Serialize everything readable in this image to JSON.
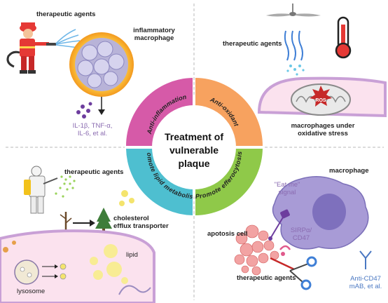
{
  "center": {
    "title_line1": "Treatment of",
    "title_line2": "vulnerable",
    "title_line3": "plaque"
  },
  "ring": {
    "anti_inflammation": "Anti-inflammation",
    "anti_oxidant": "Anti-oxidant",
    "promote_lipid_metabolism": "promote lipid metabolism",
    "promote_efferocytosis": "Promote efferocytosis"
  },
  "colors": {
    "pink": "#d65aa8",
    "orange": "#f7a25f",
    "teal": "#4ebfd0",
    "green": "#8fc949"
  },
  "q1": {
    "therapeutic_agents": "therapeutic agents",
    "inflammatory_macrophage_1": "inflammatory",
    "inflammatory_macrophage_2": "macrophage",
    "cytokines_1": "IL-1β, TNF-α,",
    "cytokines_2": "IL-6, et al."
  },
  "q2": {
    "therapeutic_agents": "therapeutic agents",
    "ros": "ROS",
    "macrophages_1": "macrophages under",
    "macrophages_2": "oxidative stress"
  },
  "q3": {
    "therapeutic_agents": "therapeutic agents",
    "cholesterol_1": "cholesterol",
    "cholesterol_2": "efflux transporter",
    "lipid": "lipid",
    "lysosome": "lysosome"
  },
  "q4": {
    "eat_me_1": "\"Eat me\"",
    "eat_me_2": "signal",
    "macrophage": "macrophage",
    "apotosis_cell": "apotosis cell",
    "sirpa_1": "SIRPα/",
    "sirpa_2": "CD47",
    "therapeutic_agents": "therapeutic agents",
    "anti_cd47_1": "Anti-CD47",
    "anti_cd47_2": "mAB, et al."
  }
}
